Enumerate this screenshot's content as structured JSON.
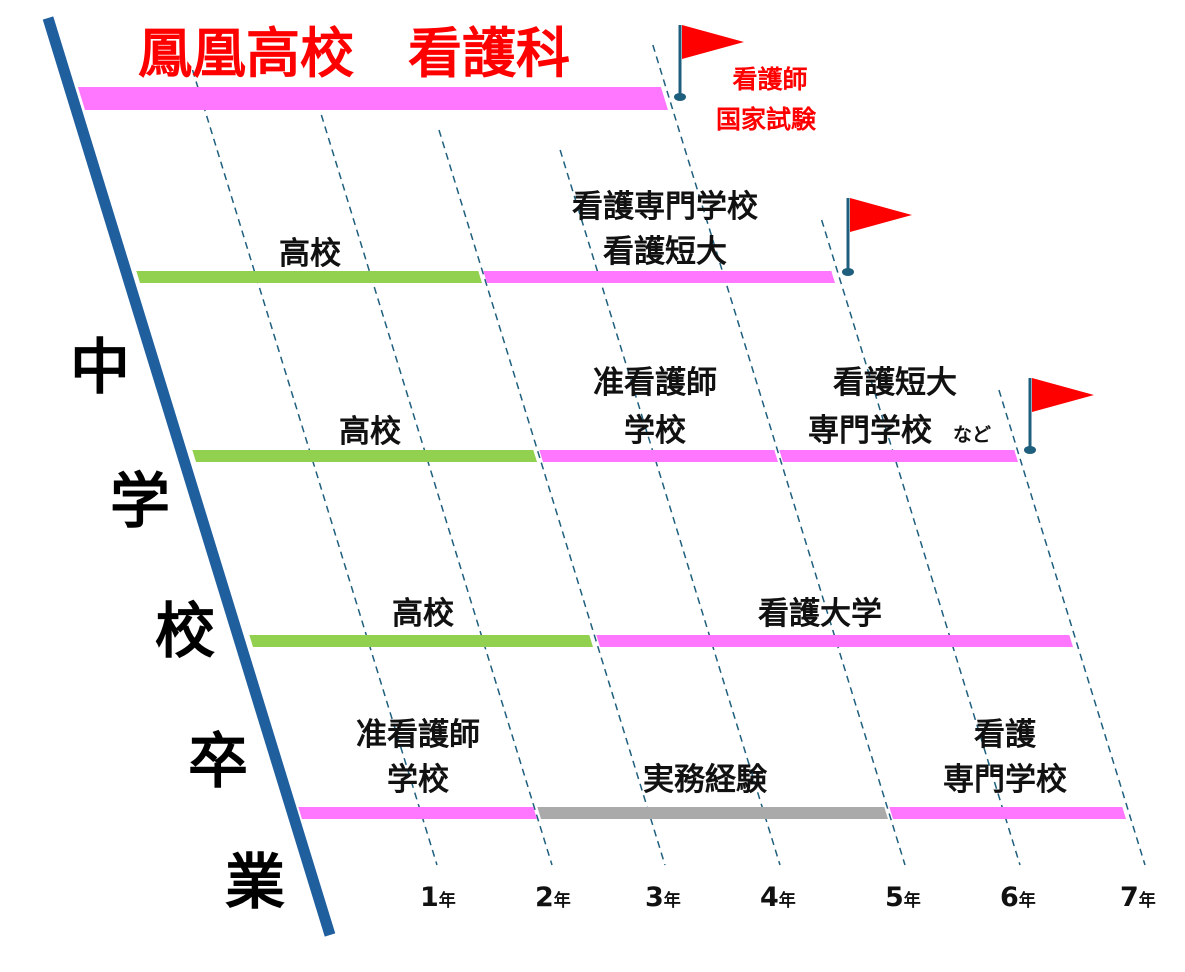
{
  "title": "鳳凰高校　看護科",
  "exam": {
    "line1": "看護師",
    "line2": "国家試験"
  },
  "vertical_label": [
    "中",
    "学",
    "校",
    "卒",
    "業"
  ],
  "years": [
    {
      "num": "1",
      "unit": "年"
    },
    {
      "num": "2",
      "unit": "年"
    },
    {
      "num": "3",
      "unit": "年"
    },
    {
      "num": "4",
      "unit": "年"
    },
    {
      "num": "5",
      "unit": "年"
    },
    {
      "num": "6",
      "unit": "年"
    },
    {
      "num": "7",
      "unit": "年"
    }
  ],
  "rows": [
    {
      "labels": [
        {
          "line1": "高校",
          "line2": ""
        },
        {
          "line1": "看護専門学校",
          "line2": "看護短大"
        }
      ]
    },
    {
      "labels": [
        {
          "line1": "高校",
          "line2": ""
        },
        {
          "line1": "准看護師",
          "line2": "学校"
        },
        {
          "line1": "看護短大",
          "line2": "専門学校",
          "suffix": "など"
        }
      ]
    },
    {
      "labels": [
        {
          "line1": "高校",
          "line2": ""
        },
        {
          "line1": "看護大学",
          "line2": ""
        }
      ]
    },
    {
      "labels": [
        {
          "line1": "准看護師",
          "line2": "学校"
        },
        {
          "line1": "実務経験",
          "line2": ""
        },
        {
          "line1": "看護",
          "line2": "専門学校"
        }
      ]
    }
  ],
  "colors": {
    "axis": "#1f5f9e",
    "nursing": "#ff77ff",
    "highschool": "#92d050",
    "work": "#aaaaaa",
    "flag": "#ff0000",
    "dash": "#1f5f7e"
  }
}
